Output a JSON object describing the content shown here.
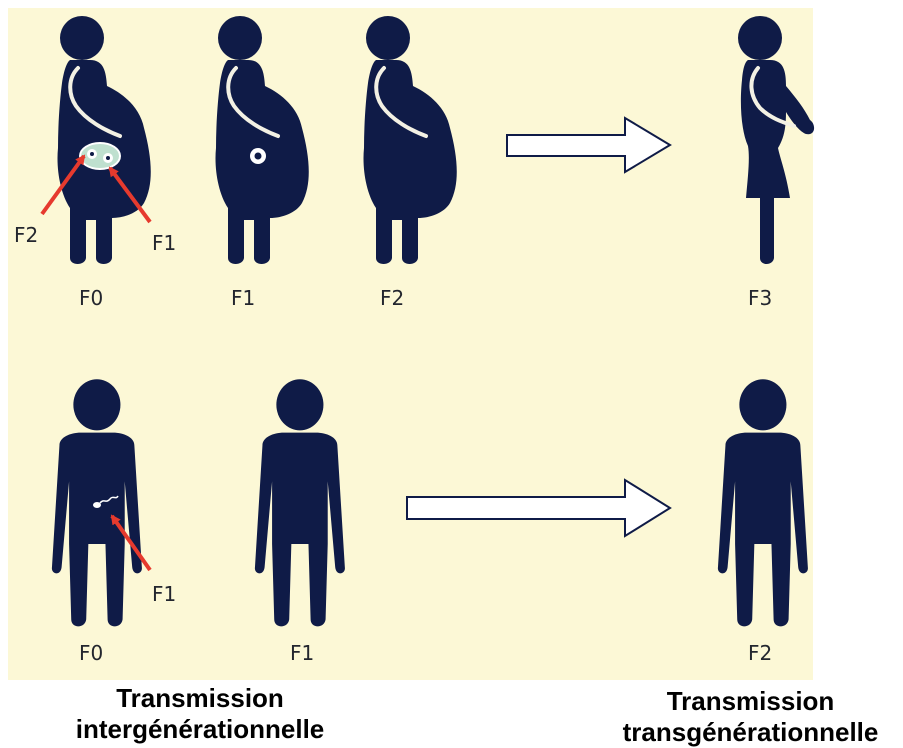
{
  "top_row": {
    "labels": {
      "f0": "F0",
      "f1": "F1",
      "f2": "F2",
      "f3": "F3"
    },
    "annotations": {
      "f2": "F2",
      "f1": "F1"
    }
  },
  "bottom_row": {
    "labels": {
      "f0": "F0",
      "f1": "F1",
      "f2": "F2"
    },
    "annotations": {
      "f1": "F1"
    }
  },
  "captions": {
    "intergenerational": [
      "Transmission",
      "intergénérationnelle"
    ],
    "transgenerational": [
      "Transmission",
      "transgénérationnelle"
    ]
  },
  "colors": {
    "figure": "#0f1b47",
    "panel": "#fcf8d6",
    "arrow": "#e63a2e",
    "embryo": "#bfe0cf"
  }
}
